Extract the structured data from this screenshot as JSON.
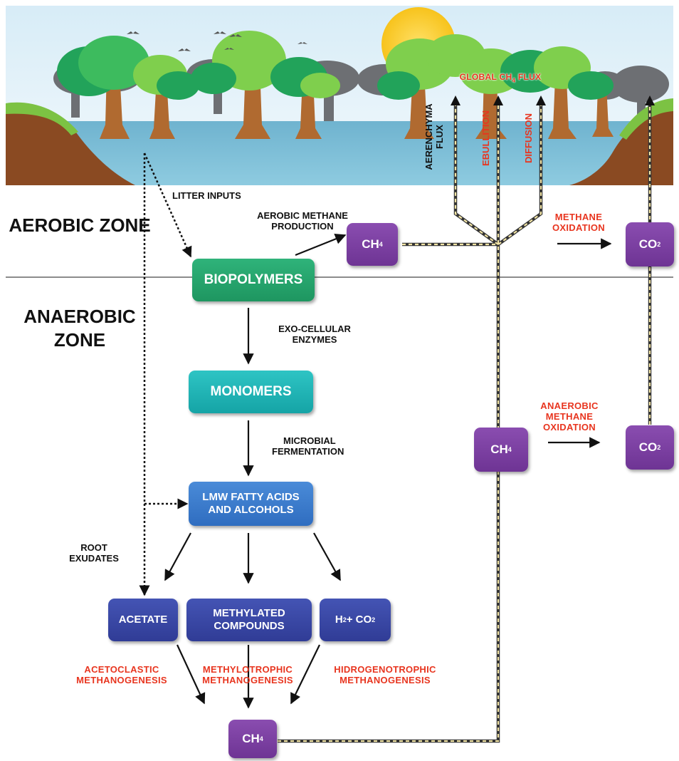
{
  "zones": {
    "aerobic": "AEROBIC ZONE",
    "anaerobic": "ANAEROBIC ZONE"
  },
  "nodes": {
    "biopolymers": "BIOPOLYMERS",
    "monomers": "MONOMERS",
    "lmw_line1": "LMW FATTY ACIDS",
    "lmw_line2": "AND ALCOHOLS",
    "acetate": "ACETATE",
    "methylated_line1": "METHYLATED",
    "methylated_line2": "COMPOUNDS",
    "h2co2_a": "H",
    "h2co2_sub1": "2",
    "h2co2_b": " + CO",
    "h2co2_sub2": "2",
    "ch4_main": "CH",
    "ch4_sub": "4",
    "co2_main": "CO",
    "co2_sub": "2"
  },
  "processes": {
    "litter_inputs": "LITTER INPUTS",
    "aerobic_prod_line1": "AEROBIC METHANE",
    "aerobic_prod_line2": "PRODUCTION",
    "exo_line1": "EXO-CELLULAR",
    "exo_line2": "ENZYMES",
    "microbial_line1": "MICROBIAL",
    "microbial_line2": "FERMENTATION",
    "root_line1": "ROOT",
    "root_line2": "EXUDATES",
    "methane_ox_line1": "METHANE",
    "methane_ox_line2": "OXIDATION",
    "anaer_ox_line1": "ANAEROBIC",
    "anaer_ox_line2": "METHANE",
    "anaer_ox_line3": "OXIDATION",
    "acetoclastic_line1": "ACETOCLASTIC",
    "acetoclastic_line2": "METHANOGENESIS",
    "methylotrophic_line1": "METHYLOTROPHIC",
    "methylotrophic_line2": "METHANOGENESIS",
    "hidrogenotrophic_line1": "HIDROGENOTROPHIC",
    "hidrogenotrophic_line2": "METHANOGENESIS"
  },
  "flux": {
    "global_a": "GLOBAL CH",
    "global_sub": "4",
    "global_b": " FLUX",
    "aerenchyma_line1": "AERENCHYMA",
    "aerenchyma_line2": "FLUX",
    "ebullition": "EBULLITION",
    "diffusion": "DIFFUSION"
  },
  "colors": {
    "green": "#22a06b",
    "teal": "#1fb5b7",
    "blue": "#3b7dcc",
    "navy": "#3a46a6",
    "purple": "#7b3fa1",
    "red_text": "#e8351f",
    "flux_dash": "#d9c77a"
  }
}
